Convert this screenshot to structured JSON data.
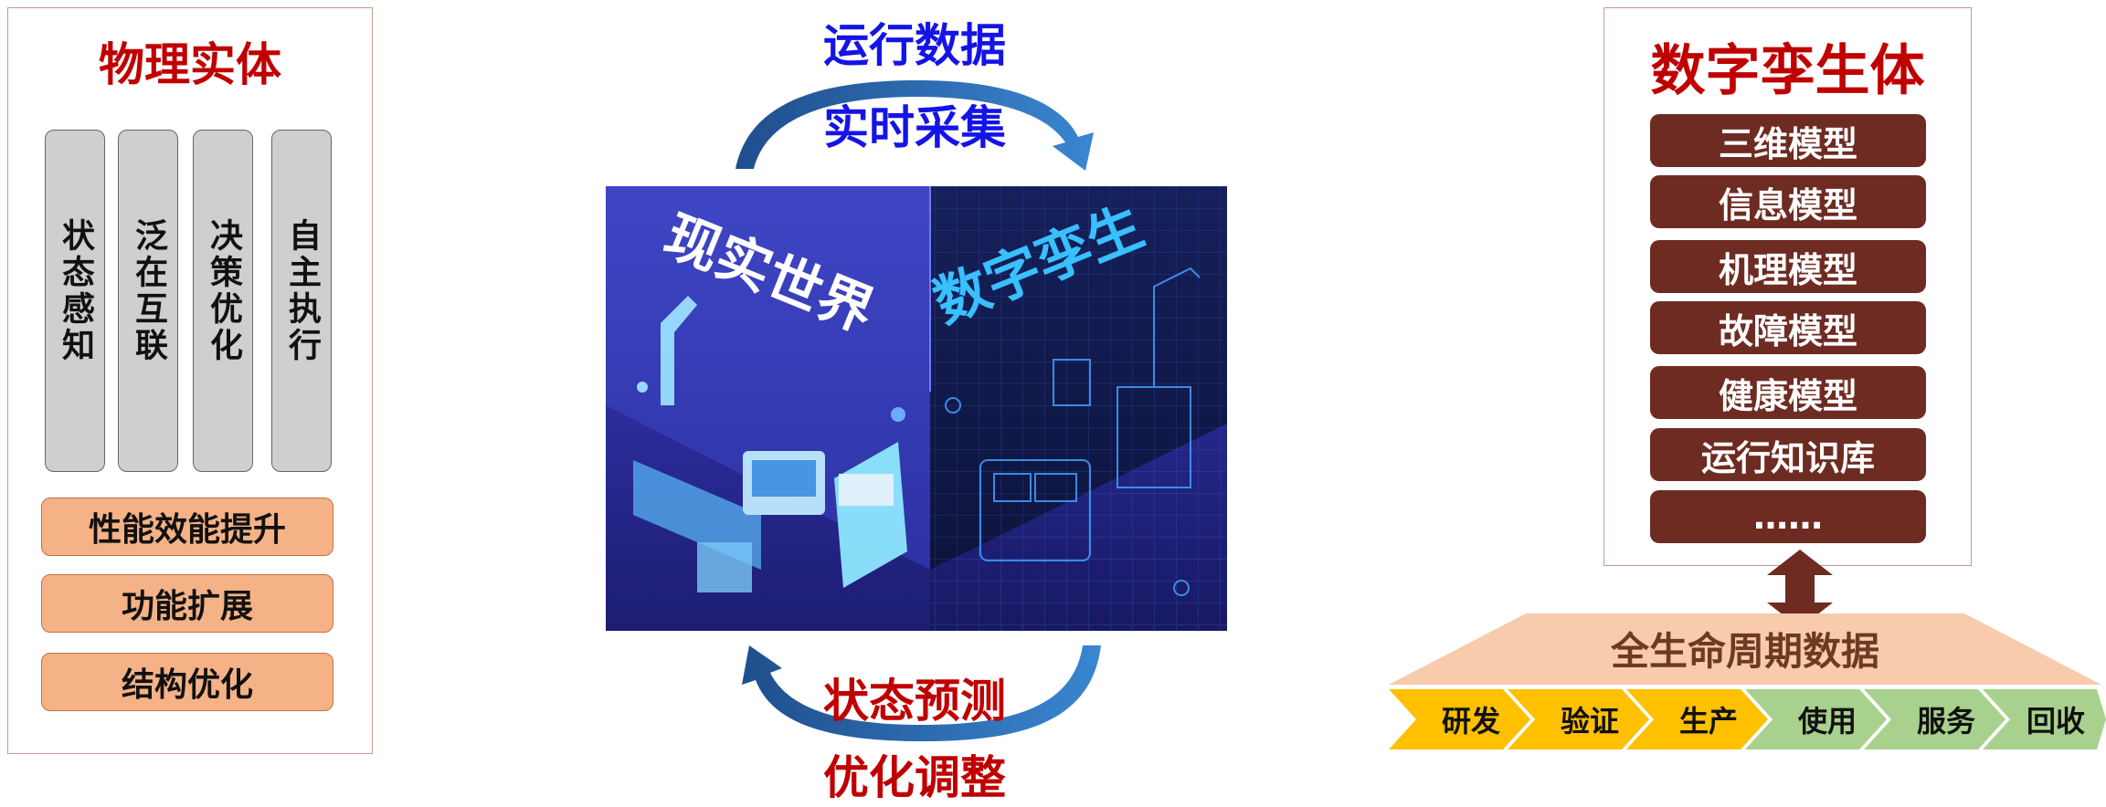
{
  "physical": {
    "title": "物理实体",
    "columns": [
      "状态感知",
      "泛在互联",
      "决策优化",
      "自主执行"
    ],
    "buttons": [
      "性能效能提升",
      "功能扩展",
      "结构优化"
    ]
  },
  "center": {
    "top_line1": "运行数据",
    "top_line2": "实时采集",
    "bottom_line1": "状态预测",
    "bottom_line2": "优化调整",
    "cube_left_text": "现实世界",
    "cube_right_text": "数字孪生"
  },
  "digital_twin": {
    "title": "数字孪生体",
    "models": [
      "三维模型",
      "信息模型",
      "机理模型",
      "故障模型",
      "健康模型",
      "运行知识库",
      "……"
    ]
  },
  "lifecycle": {
    "title": "全生命周期数据",
    "stages": [
      "研发",
      "验证",
      "生产",
      "使用",
      "服务",
      "回收"
    ]
  },
  "colors": {
    "title_red": "#c00000",
    "text_blue": "#1414e6",
    "arrow_blue": "#2e75b6",
    "model_brown": "#6e2b22",
    "orange_button": "#f5b286",
    "stage_yellow": "#ffc000",
    "stage_green": "#a9d18e"
  }
}
